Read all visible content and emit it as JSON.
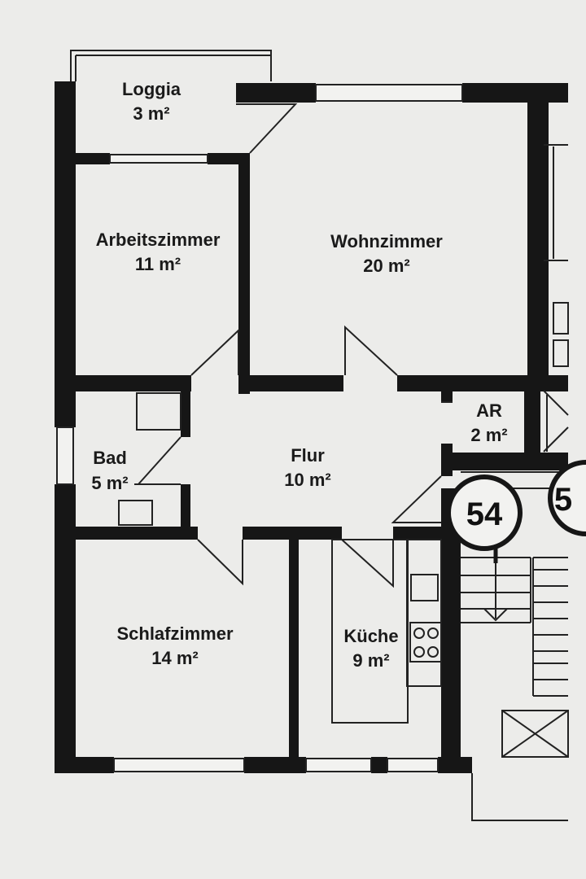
{
  "rooms": {
    "loggia": {
      "name": "Loggia",
      "area": "3 m²"
    },
    "arbeitszimmer": {
      "name": "Arbeitszimmer",
      "area": "11 m²"
    },
    "wohnzimmer": {
      "name": "Wohnzimmer",
      "area": "20 m²"
    },
    "bad": {
      "name": "Bad",
      "area": "5 m²"
    },
    "flur": {
      "name": "Flur",
      "area": "10 m²"
    },
    "ar": {
      "name": "AR",
      "area": "2 m²"
    },
    "schlafzimmer": {
      "name": "Schlafzimmer",
      "area": "14 m²"
    },
    "kueche": {
      "name": "Küche",
      "area": "9 m²"
    }
  },
  "unit_badge": {
    "number": "54",
    "neighbor_partial": "5"
  }
}
